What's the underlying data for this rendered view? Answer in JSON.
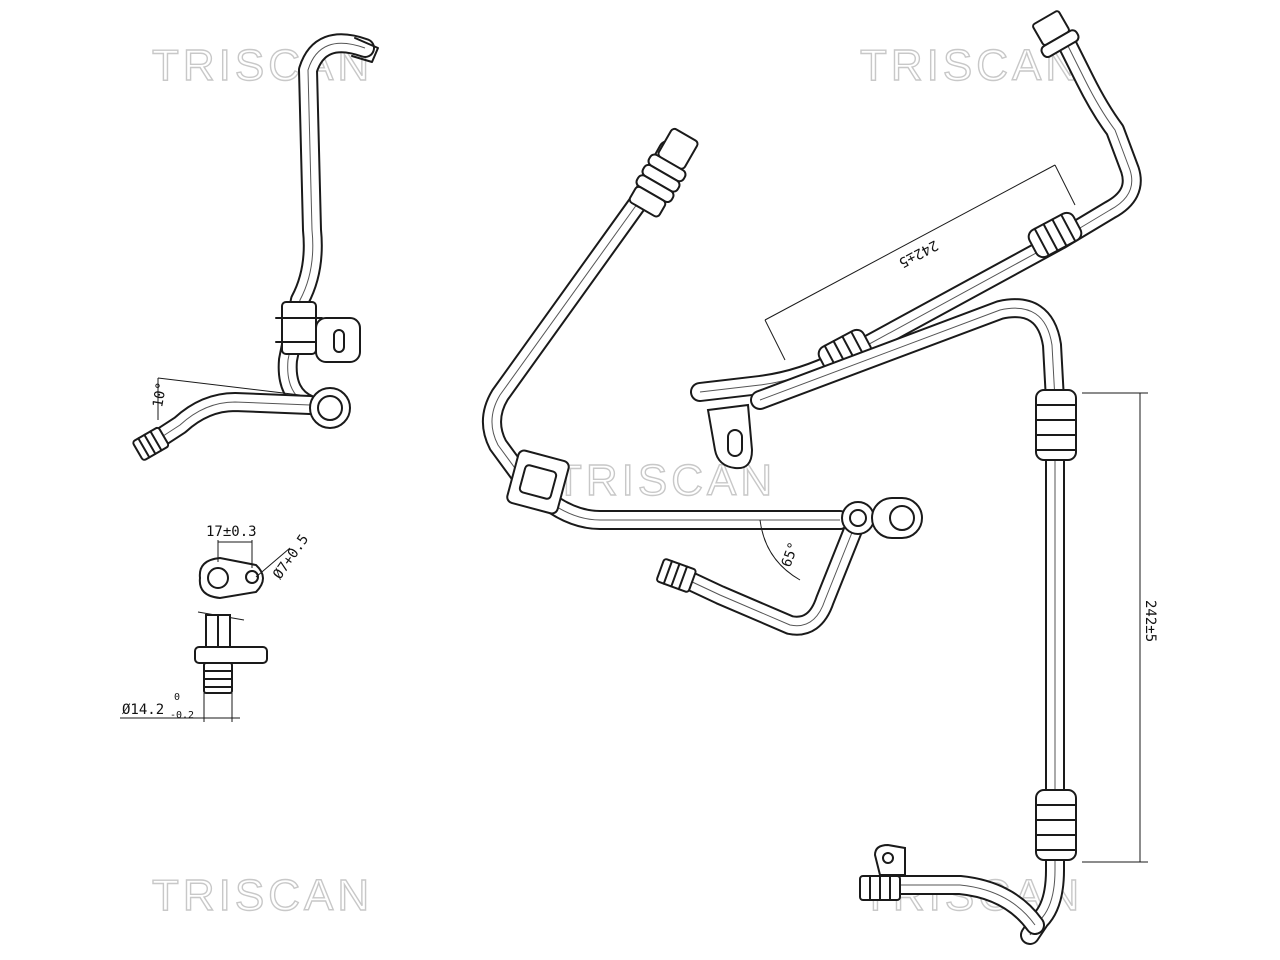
{
  "watermarks": [
    "TRISCAN",
    "TRISCAN",
    "TRISCAN",
    "TRISCAN",
    "TRISCAN"
  ],
  "dimensions": {
    "angle_left": "10°",
    "angle_middle": "65°",
    "length_diagonal": "242±5",
    "length_vertical": "242±5",
    "bracket_width": "17±0.3",
    "hole_diameter": "Ø7+0.5",
    "fitting_diameter": "Ø14.2",
    "fitting_tol_upper": "0",
    "fitting_tol_lower": "-0.2"
  },
  "colors": {
    "line": "#1a1a1a",
    "watermark": "#c8c8c8",
    "background": "#ffffff"
  }
}
